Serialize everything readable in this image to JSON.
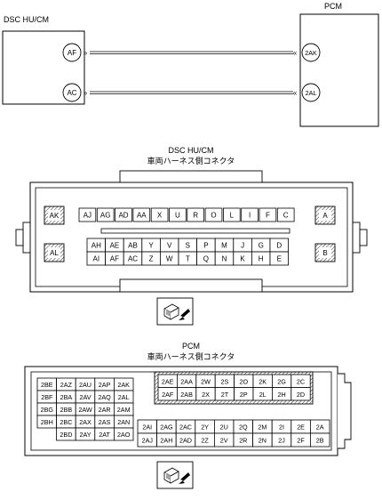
{
  "wiring": {
    "left_module": "DSC HU/CM",
    "right_module": "PCM",
    "wires": [
      {
        "from": "AF",
        "to": "2AK"
      },
      {
        "from": "AC",
        "to": "2AL"
      }
    ]
  },
  "connector_dsc": {
    "title": "DSC HU/CM",
    "subtitle": "車両ハーネス側コネクタ",
    "side_left": [
      "AK",
      "AL"
    ],
    "side_right": [
      "A",
      "B"
    ],
    "row1": [
      "AJ",
      "AG",
      "AD",
      "AA",
      "X",
      "U",
      "R",
      "O",
      "L",
      "I",
      "F",
      "C"
    ],
    "row2": [
      "AH",
      "AE",
      "AB",
      "Y",
      "V",
      "S",
      "P",
      "M",
      "J",
      "G",
      "D"
    ],
    "row3": [
      "AI",
      "AF",
      "AC",
      "Z",
      "W",
      "T",
      "Q",
      "N",
      "K",
      "H",
      "E"
    ]
  },
  "connector_pcm": {
    "title": "PCM",
    "subtitle": "車両ハーネス側コネクタ",
    "left_block": [
      [
        "2BE",
        "2AZ",
        "2AU",
        "2AP",
        "2AK"
      ],
      [
        "2BF",
        "2BA",
        "2AV",
        "2AQ",
        "2AL"
      ],
      [
        "2BG",
        "2BB",
        "2AW",
        "2AR",
        "2AM"
      ],
      [
        "2BH",
        "2BC",
        "2AX",
        "2AS",
        "2AN"
      ],
      [
        "",
        "2BD",
        "2AY",
        "2AT",
        "2AO"
      ]
    ],
    "top_block": [
      [
        "2AE",
        "2AA",
        "2W",
        "2S",
        "2O",
        "2K",
        "2G",
        "2C"
      ],
      [
        "2AF",
        "2AB",
        "2X",
        "2T",
        "2P",
        "2L",
        "2H",
        "2D"
      ]
    ],
    "bottom_block": [
      [
        "2AI",
        "2AG",
        "2AC",
        "2Y",
        "2U",
        "2Q",
        "2M",
        "2I",
        "2E",
        "2A"
      ],
      [
        "2AJ",
        "2AH",
        "2AD",
        "2Z",
        "2V",
        "2R",
        "2N",
        "2J",
        "2F",
        "2B"
      ]
    ]
  }
}
